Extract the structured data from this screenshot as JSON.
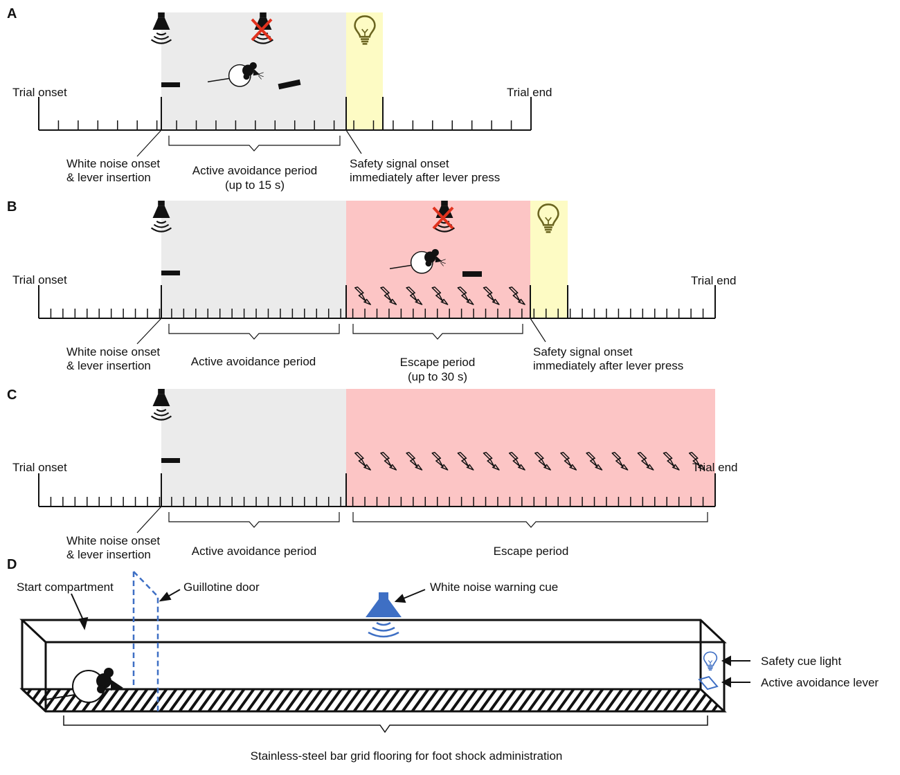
{
  "panels": {
    "A": {
      "letter": "A",
      "trial_onset": "Trial onset",
      "trial_end": "Trial end",
      "onset_note": [
        "White noise onset",
        "& lever insertion"
      ],
      "avoid_note": [
        "Active avoidance period",
        "(up to 15 s)"
      ],
      "safety_note": [
        "Safety signal onset",
        "immediately after lever press"
      ]
    },
    "B": {
      "letter": "B",
      "trial_onset": "Trial onset",
      "trial_end": "Trial end",
      "onset_note": [
        "White noise onset",
        "& lever insertion"
      ],
      "avoid_note": "Active avoidance period",
      "escape_note": [
        "Escape period",
        "(up to 30 s)"
      ],
      "safety_note": [
        "Safety signal onset",
        "immediately after lever press"
      ]
    },
    "C": {
      "letter": "C",
      "trial_onset": "Trial onset",
      "trial_end": "Trial end",
      "onset_note": [
        "White noise onset",
        "& lever insertion"
      ],
      "avoid_note": "Active avoidance period",
      "escape_note": "Escape period"
    },
    "D": {
      "letter": "D",
      "start_compartment": "Start compartment",
      "guillotine_door": "Guillotine door",
      "white_noise_cue": "White noise warning cue",
      "safety_cue_light": "Safety cue light",
      "avoidance_lever": "Active avoidance lever",
      "grid_flooring": "Stainless-steel bar grid flooring for foot shock administration"
    }
  },
  "colors": {
    "avoidance_bg": "#ebebeb",
    "escape_bg": "#fcc5c5",
    "safety_bg": "#fdfbc4",
    "apparatus_blue": "#3e6fc4",
    "cross_red": "#e0321e",
    "bulb_olive": "#6b6520"
  },
  "icons": [
    "speaker-icon",
    "speaker-off-icon",
    "lightbulb-icon",
    "rat-icon",
    "lever-icon",
    "shock-bolt-icon"
  ]
}
